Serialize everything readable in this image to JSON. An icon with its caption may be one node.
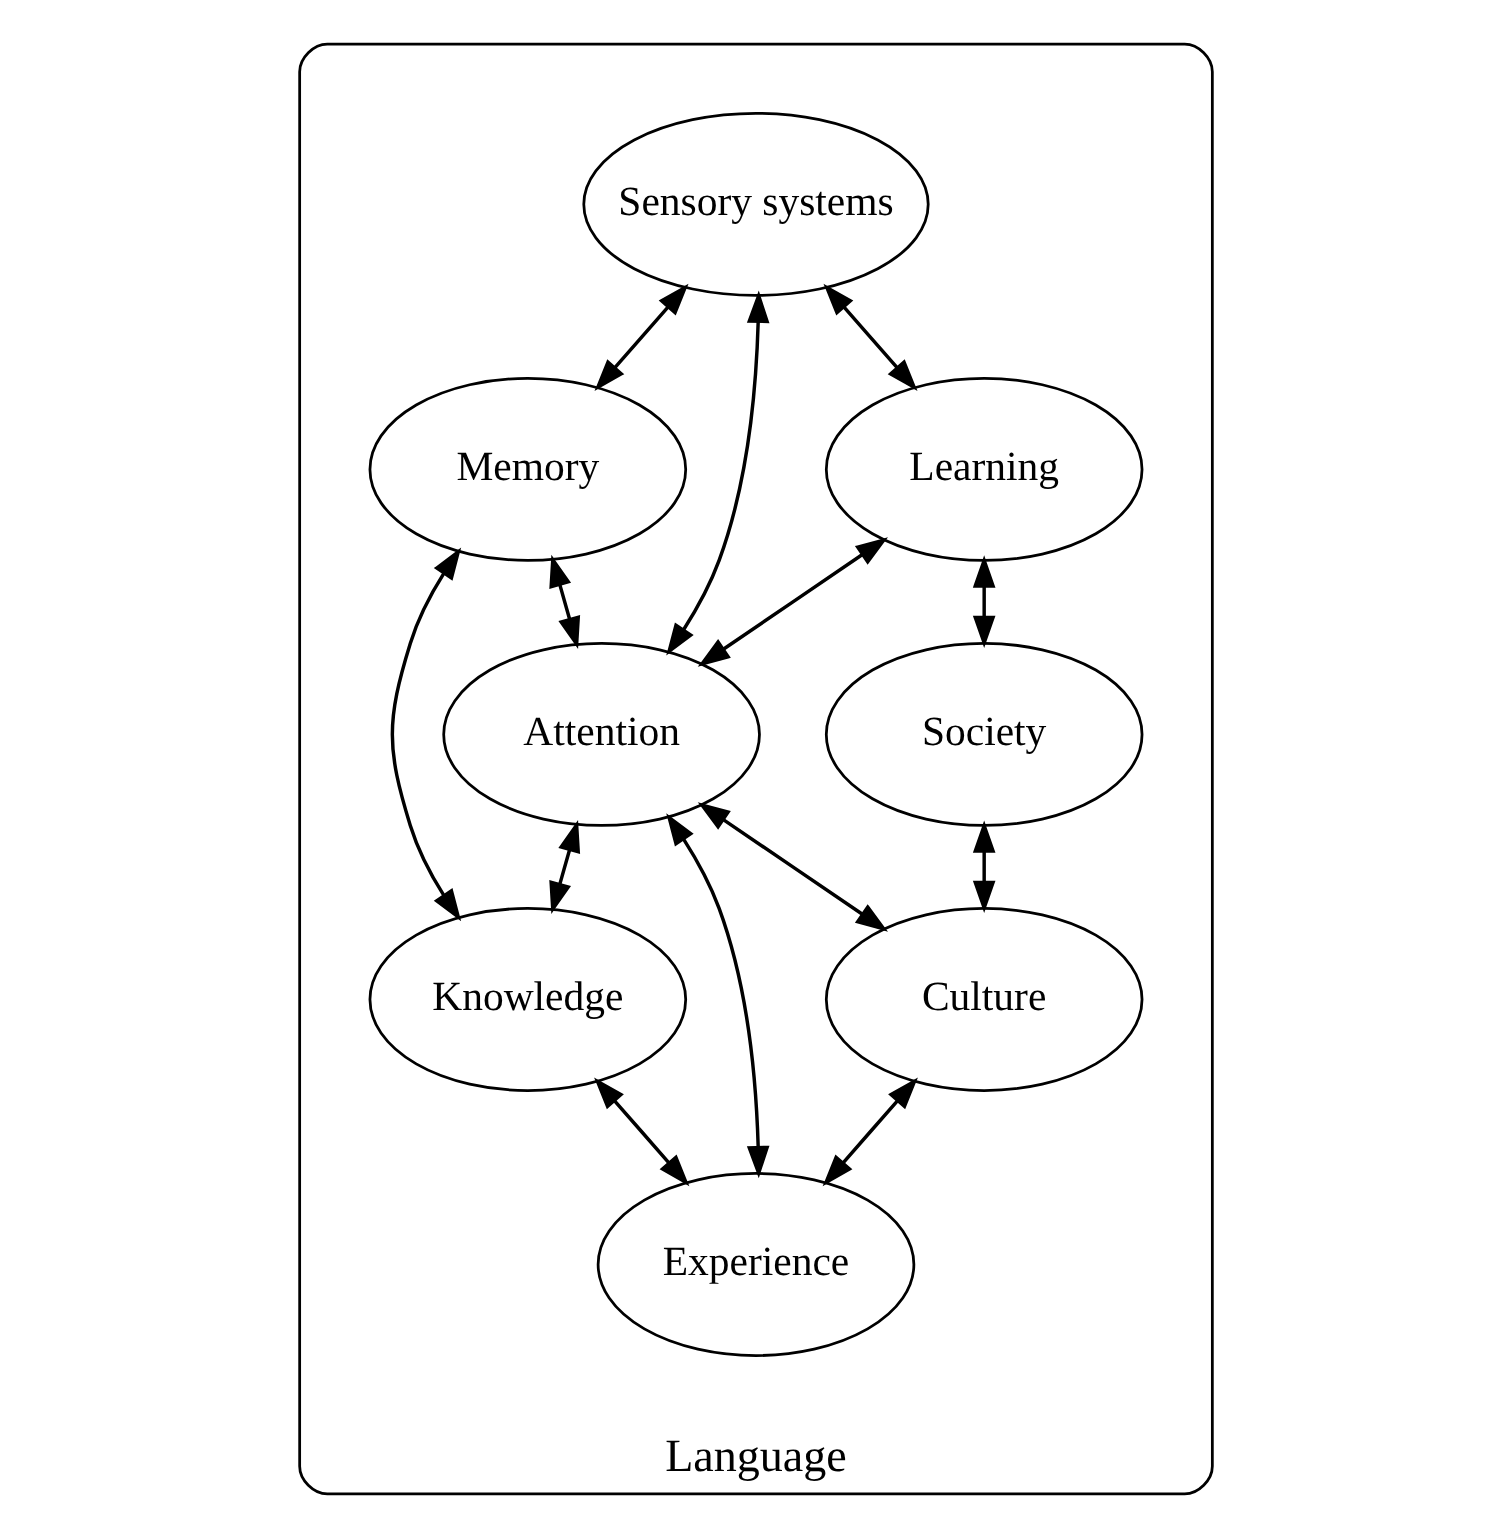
{
  "diagram": {
    "nodes": [
      {
        "text": [
          "Language"
        ]
      },
      {
        "text": [
          "Sensory systems"
        ],
        "in": 0
      },
      {
        "text": [
          "Memory"
        ],
        "in": 0
      },
      {
        "text": [
          "Attention"
        ],
        "in": 0
      },
      {
        "text": [
          "Knowledge"
        ],
        "in": 0
      },
      {
        "text": [
          "Learning"
        ],
        "in": 0
      },
      {
        "text": [
          "Experience"
        ],
        "in": 0
      },
      {
        "text": [
          "Society"
        ],
        "in": 0
      },
      {
        "text": [
          "Culture"
        ],
        "in": 0
      }
    ],
    "edges": [
      {
        "from": 1,
        "to": 2,
        "arrow": "both"
      },
      {
        "from": 1,
        "to": 3,
        "arrow": "both"
      },
      {
        "from": 2,
        "to": 3,
        "arrow": "both"
      },
      {
        "from": 2,
        "to": 4,
        "arrow": "both"
      },
      {
        "from": 1,
        "to": 5,
        "arrow": "both"
      },
      {
        "from": 5,
        "to": 3,
        "arrow": "both"
      },
      {
        "from": 3,
        "to": 4,
        "arrow": "both"
      },
      {
        "from": 3,
        "to": 8,
        "arrow": "both"
      },
      {
        "from": 3,
        "to": 6,
        "arrow": "both"
      },
      {
        "from": 4,
        "to": 6,
        "arrow": "both"
      },
      {
        "from": 5,
        "to": 7,
        "arrow": "both"
      },
      {
        "from": 7,
        "to": 8,
        "arrow": "both"
      },
      {
        "from": 8,
        "to": 6,
        "arrow": "both"
      }
    ]
  }
}
